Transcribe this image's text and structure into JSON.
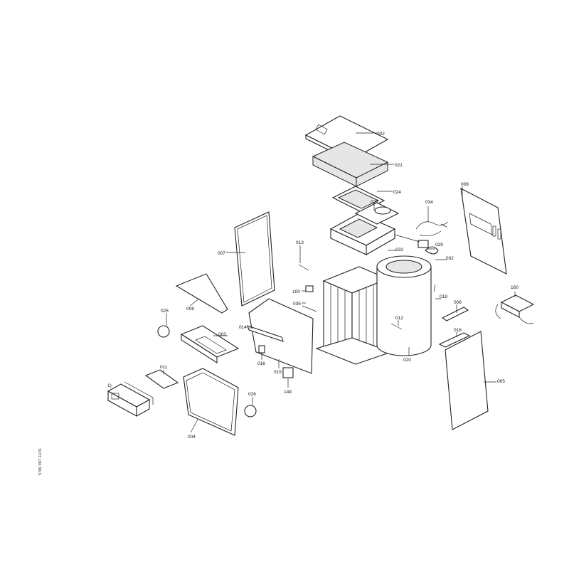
{
  "drawing_id": "5780 907   11/01",
  "footnote_marker": "1)",
  "parts": {
    "p002": "002",
    "p021": "021",
    "p024": "024",
    "p027": "027",
    "p034": "034",
    "p009": "009",
    "p029": "029",
    "p033": "033",
    "p032": "032",
    "p007": "007",
    "p013": "013",
    "p100": "100",
    "p035": "035",
    "p019": "019",
    "p006": "006",
    "p160": "160",
    "p008": "008",
    "p025": "025",
    "p003": "003",
    "p014": "014",
    "p012": "012",
    "p018": "018",
    "p016": "016",
    "p015": "015",
    "p020": "020",
    "p005": "005",
    "p011": "011",
    "p004": "004",
    "p026": "026",
    "p149": "149"
  }
}
